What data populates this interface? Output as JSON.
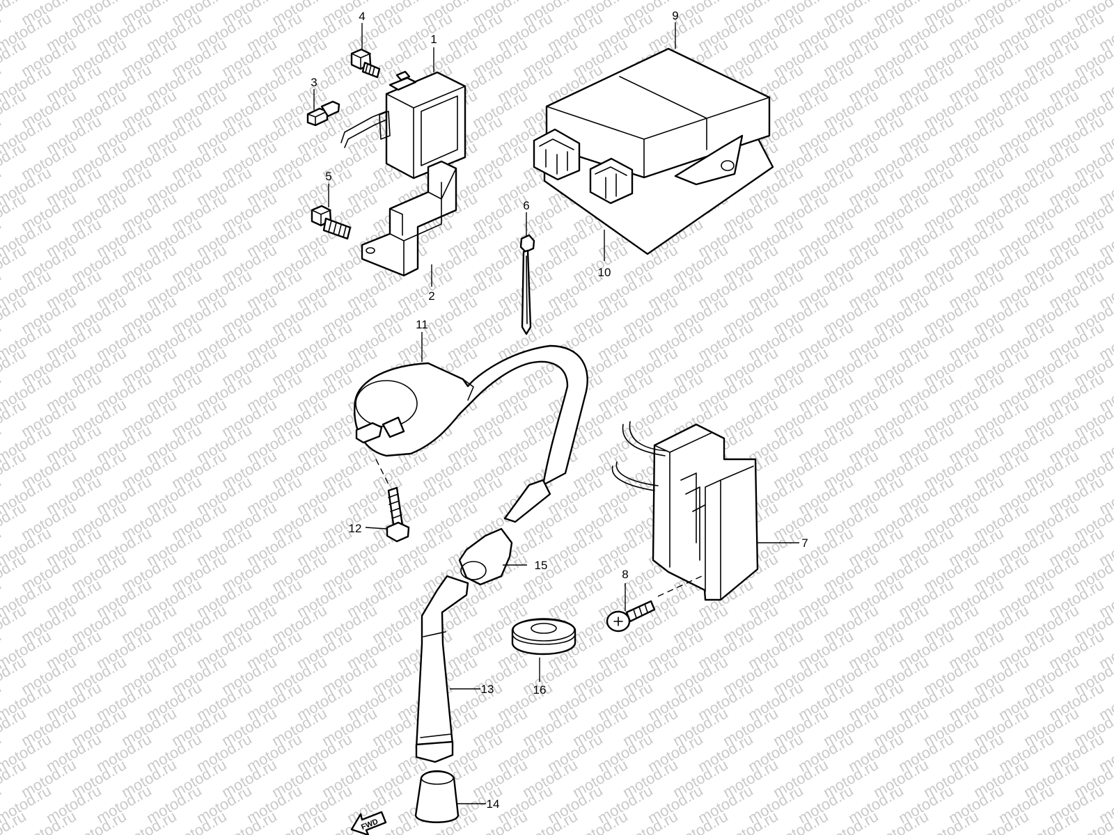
{
  "watermark": "motod.ru",
  "fwd_label": "FWD",
  "parts": [
    {
      "ref": "1"
    },
    {
      "ref": "2"
    },
    {
      "ref": "3"
    },
    {
      "ref": "4"
    },
    {
      "ref": "5"
    },
    {
      "ref": "6"
    },
    {
      "ref": "7"
    },
    {
      "ref": "8"
    },
    {
      "ref": "9"
    },
    {
      "ref": "10"
    },
    {
      "ref": "11"
    },
    {
      "ref": "12"
    },
    {
      "ref": "13"
    },
    {
      "ref": "14"
    },
    {
      "ref": "15"
    },
    {
      "ref": "16"
    }
  ],
  "colors": {
    "line": "#000000",
    "watermark": "#c9c9c9",
    "background": "#ffffff"
  }
}
